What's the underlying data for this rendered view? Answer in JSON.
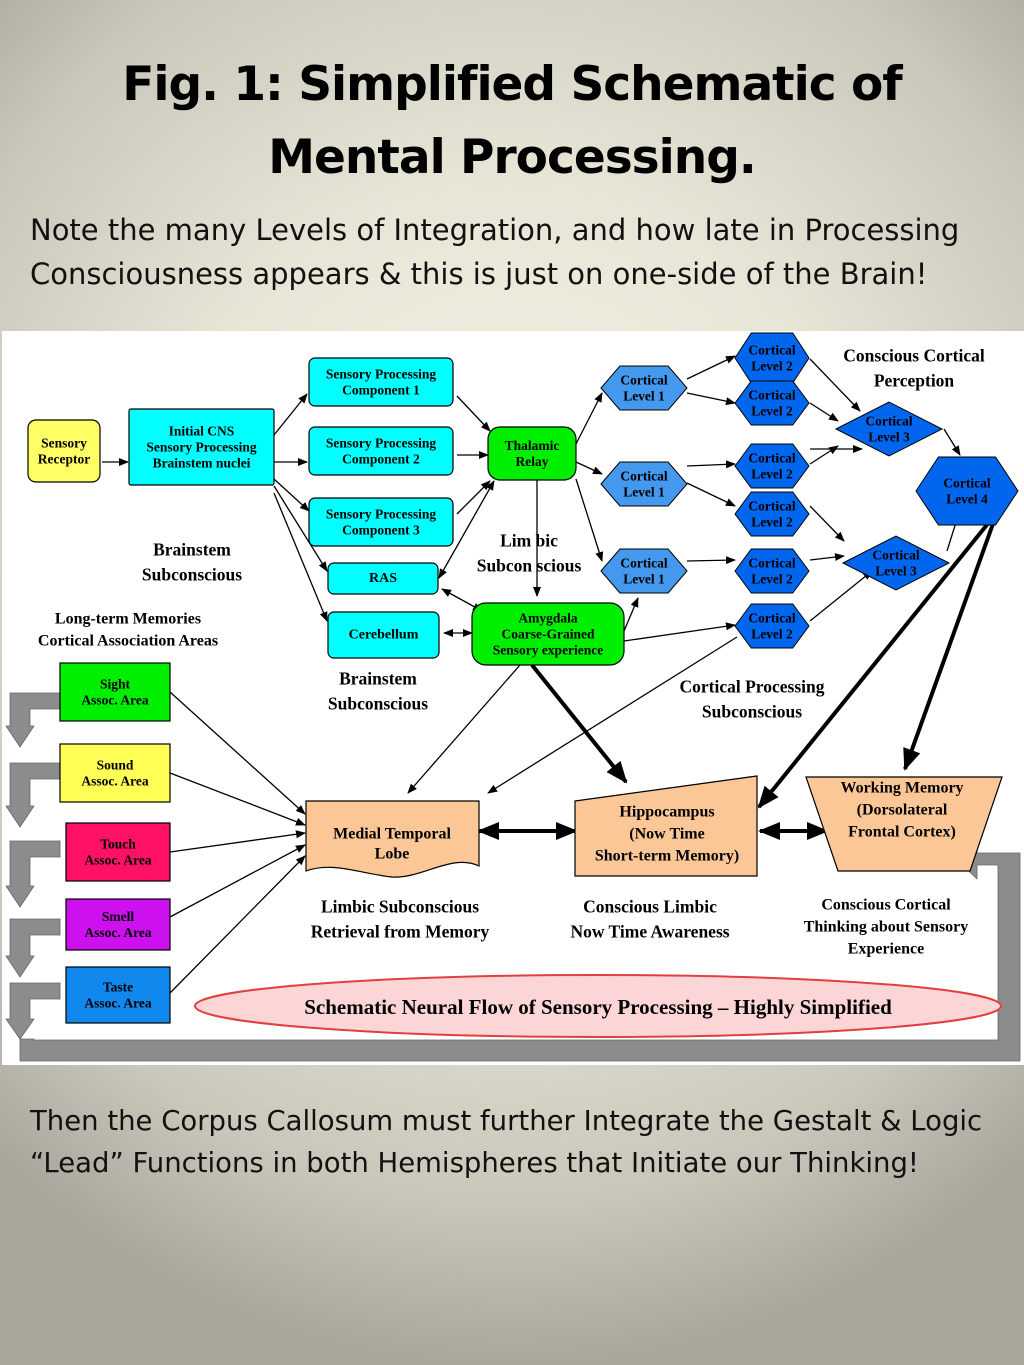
{
  "slide": {
    "title_line1": "Fig. 1: Simplified Schematic of",
    "title_line2": "Mental Processing.",
    "note_line1": "Note the many Levels of Integration, and how late in Processing",
    "note_line2": "Consciousness  appears & this is just on one-side of the Brain!",
    "footer_line1": "Then the Corpus Callosum must further Integrate the Gestalt & Logic",
    "footer_line2": "“Lead” Functions in both Hemispheres that Initiate our Thinking!"
  },
  "diagram": {
    "nodes": {
      "sensory_receptor": [
        "Sensory",
        "Receptor"
      ],
      "initial_cns": [
        "Initial CNS",
        "Sensory Processing",
        "Brainstem nuclei"
      ],
      "spc1": [
        "Sensory Processing",
        "Component 1"
      ],
      "spc2": [
        "Sensory Processing",
        "Component 2"
      ],
      "spc3": [
        "Sensory Processing",
        "Component 3"
      ],
      "ras": [
        "RAS"
      ],
      "cerebellum": [
        "Cerebellum"
      ],
      "thalamic_relay": [
        "Thalamic",
        "Relay"
      ],
      "amygdala": [
        "Amygdala",
        "Coarse-Grained",
        "Sensory experience"
      ],
      "cortical_l1_a": [
        "Cortical",
        "Level 1"
      ],
      "cortical_l1_b": [
        "Cortical",
        "Level 1"
      ],
      "cortical_l1_c": [
        "Cortical",
        "Level 1"
      ],
      "cortical_l2_a": [
        "Cortical",
        "Level 2"
      ],
      "cortical_l2_b": [
        "Cortical",
        "Level 2"
      ],
      "cortical_l2_c": [
        "Cortical",
        "Level 2"
      ],
      "cortical_l2_d": [
        "Cortical",
        "Level 2"
      ],
      "cortical_l2_e": [
        "Cortical",
        "Level 2"
      ],
      "cortical_l2_f": [
        "Cortical",
        "Level 2"
      ],
      "cortical_l3_a": [
        "Cortical",
        "Level 3"
      ],
      "cortical_l3_b": [
        "Cortical",
        "Level  3"
      ],
      "cortical_l4": [
        "Cortical",
        "Level 4"
      ],
      "sight": [
        "Sight",
        "Assoc. Area"
      ],
      "sound": [
        "Sound",
        "Assoc. Area"
      ],
      "touch": [
        "Touch",
        "Assoc. Area"
      ],
      "smell": [
        "Smell",
        "Assoc. Area"
      ],
      "taste": [
        "Taste",
        "Assoc. Area"
      ],
      "medial_temporal": [
        "Medial Temporal",
        "Lobe"
      ],
      "hippocampus": [
        "Hippocampus",
        "(Now Time",
        "Short-term Memory)"
      ],
      "working_memory": [
        "Working Memory",
        "(Dorsolateral",
        "Frontal Cortex)"
      ]
    },
    "labels": {
      "brainstem_sub_1": [
        "Brainstem",
        "Subconscious"
      ],
      "brainstem_sub_2": [
        "Brainstem",
        "Subconscious"
      ],
      "limbic_sub": [
        "Lim bic",
        "Subcon scious"
      ],
      "longterm": [
        "Long-term Memories",
        "Cortical Association Areas"
      ],
      "conscious_cortical_perception": [
        "Conscious Cortical",
        "Perception"
      ],
      "cortical_processing_sub": [
        "Cortical Processing",
        "Subconscious"
      ],
      "limbic_retrieval": [
        "Limbic Subconscious",
        "Retrieval from Memory"
      ],
      "conscious_limbic": [
        "Conscious Limbic",
        "Now Time Awareness"
      ],
      "conscious_thinking": [
        "Conscious Cortical",
        "Thinking about Sensory",
        "Experience"
      ]
    },
    "banner": "Schematic Neural Flow of Sensory Processing – Highly Simplified",
    "colors": {
      "yellow": "#ffff66",
      "cyan": "#00ffff",
      "green": "#00ee00",
      "cortical_light": "#4499ee",
      "cortical_dark": "#0066ee",
      "peach": "#fcc796",
      "sight": "#00ee00",
      "sound": "#ffff55",
      "touch": "#ff1166",
      "smell": "#cc11ee",
      "taste": "#1188ee",
      "banner_fill": "#fcd6d6",
      "banner_stroke": "#e04040",
      "gray_arrow": "#8c8c8c"
    }
  }
}
